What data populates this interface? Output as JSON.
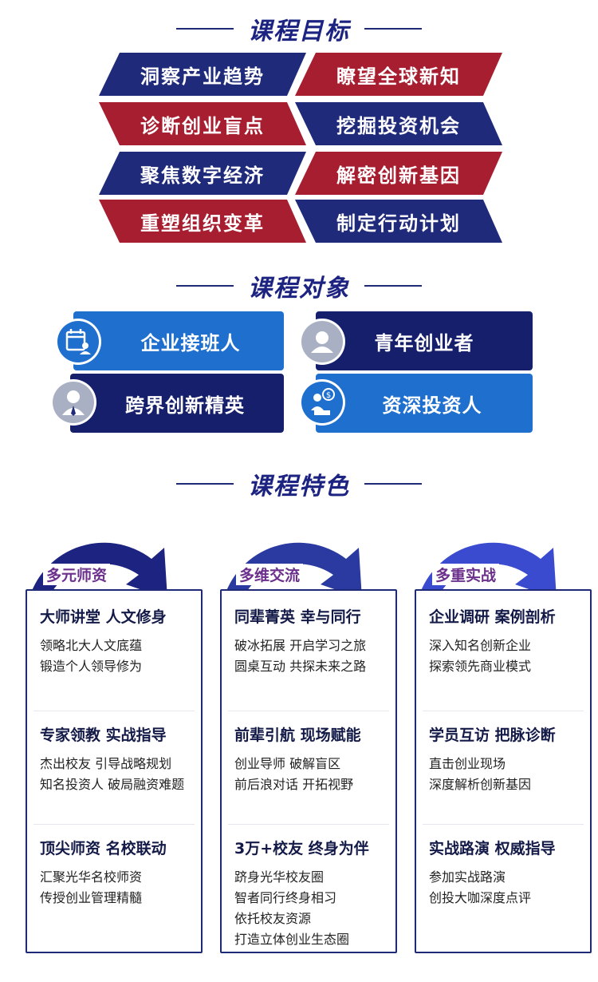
{
  "colors": {
    "navy": "#1f2a7a",
    "red": "#a71e30",
    "blue": "#1f6fcf",
    "dark": "#161f6b"
  },
  "goals": {
    "title": "课程目标",
    "items": [
      "洞察产业趋势",
      "瞭望全球新知",
      "诊断创业盲点",
      "挖掘投资机会",
      "聚焦数字经济",
      "解密创新基因",
      "重塑组织变革",
      "制定行动计划"
    ]
  },
  "audience": {
    "title": "课程对象",
    "items": [
      "企业接班人",
      "青年创业者",
      "跨界创新精英",
      "资深投资人"
    ]
  },
  "features": {
    "title": "课程特色",
    "columns": [
      {
        "tag": "多元师资",
        "blocks": [
          {
            "head": "大师讲堂 人文修身",
            "lines": [
              "领略北大人文底蕴",
              "锻造个人领导修为"
            ]
          },
          {
            "head": "专家领教 实战指导",
            "lines": [
              "杰出校友 引导战略规划",
              "知名投资人 破局融资难题"
            ]
          },
          {
            "head": "顶尖师资 名校联动",
            "lines": [
              "汇聚光华名校师资",
              "传授创业管理精髓"
            ]
          }
        ]
      },
      {
        "tag": "多维交流",
        "blocks": [
          {
            "head": "同辈菁英 幸与同行",
            "lines": [
              "破冰拓展 开启学习之旅",
              "圆桌互动 共探未来之路"
            ]
          },
          {
            "head": "前辈引航 现场赋能",
            "lines": [
              "创业导师 破解盲区",
              "前后浪对话 开拓视野"
            ]
          },
          {
            "head": "3万+校友 终身为伴",
            "lines": [
              "跻身光华校友圈",
              "智者同行终身相习",
              "依托校友资源",
              "打造立体创业生态圈"
            ]
          }
        ]
      },
      {
        "tag": "多重实战",
        "blocks": [
          {
            "head": "企业调研 案例剖析",
            "lines": [
              "深入知名创新企业",
              "探索领先商业模式"
            ]
          },
          {
            "head": "学员互访 把脉诊断",
            "lines": [
              "直击创业现场",
              "深度解析创新基因"
            ]
          },
          {
            "head": "实战路演 权威指导",
            "lines": [
              "参加实战路演",
              "创投大咖深度点评"
            ]
          }
        ]
      }
    ]
  }
}
